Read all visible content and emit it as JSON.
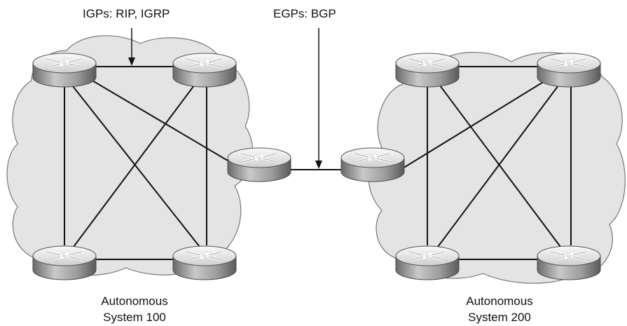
{
  "labels": {
    "igp": "IGPs: RIP, IGRP",
    "egp": "EGPs: BGP"
  },
  "autonomous_systems": [
    {
      "line1": "Autonomous",
      "line2": "System 100"
    },
    {
      "line1": "Autonomous",
      "line2": "System 200"
    }
  ],
  "colors": {
    "cloud_fill": "#e4e4e4",
    "cloud_stroke": "#777777",
    "link": "#111111",
    "router_top": "#f0f0f0",
    "router_side": "#9a9a9a"
  },
  "icons": {
    "router": "router-icon",
    "cloud": "cloud-icon"
  }
}
